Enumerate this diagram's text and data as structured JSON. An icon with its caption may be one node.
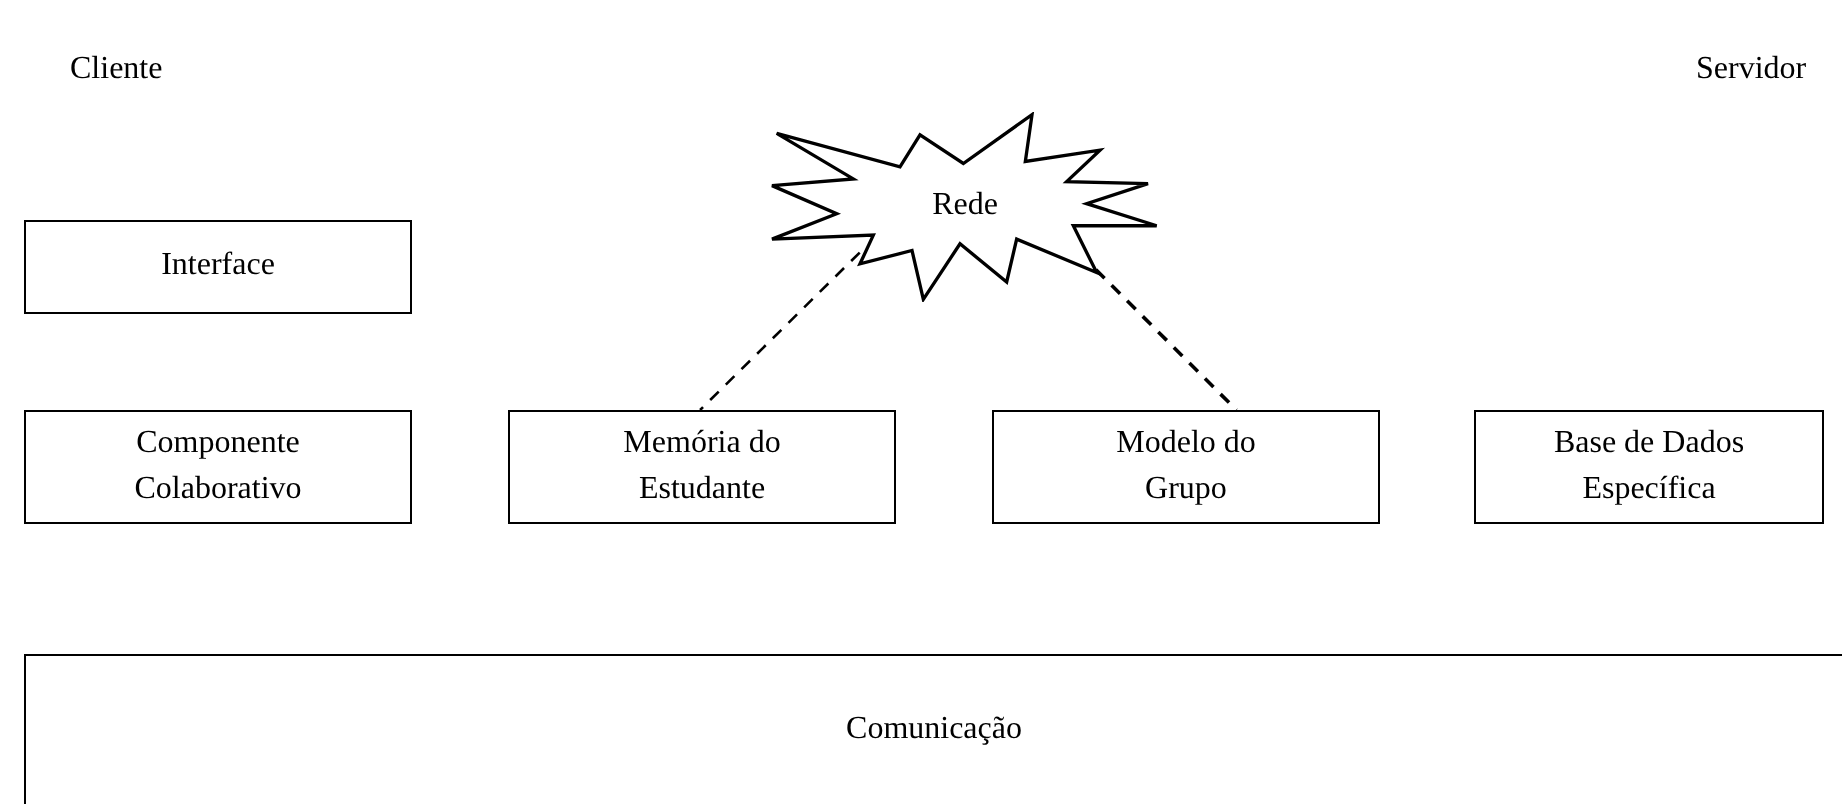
{
  "diagram": {
    "nodes": [
      {
        "text": [
          "Rede"
        ]
      },
      {
        "text": [
          "Interface"
        ]
      },
      {
        "text": [
          "Componente Colaborativo"
        ]
      },
      {
        "text": [
          "Memória do Estudante"
        ]
      },
      {
        "text": [
          "Modelo do Grupo"
        ]
      },
      {
        "text": [
          "Base de Dados Específica"
        ]
      },
      {
        "text": [
          "Comunicação"
        ]
      }
    ],
    "edges": [
      {
        "from": 0,
        "to": 3,
        "arrow": "none",
        "style": "dashed"
      },
      {
        "from": 0,
        "to": 4,
        "arrow": "none",
        "style": "dashed"
      }
    ],
    "labels": [
      "Cliente",
      "Servidor"
    ]
  }
}
